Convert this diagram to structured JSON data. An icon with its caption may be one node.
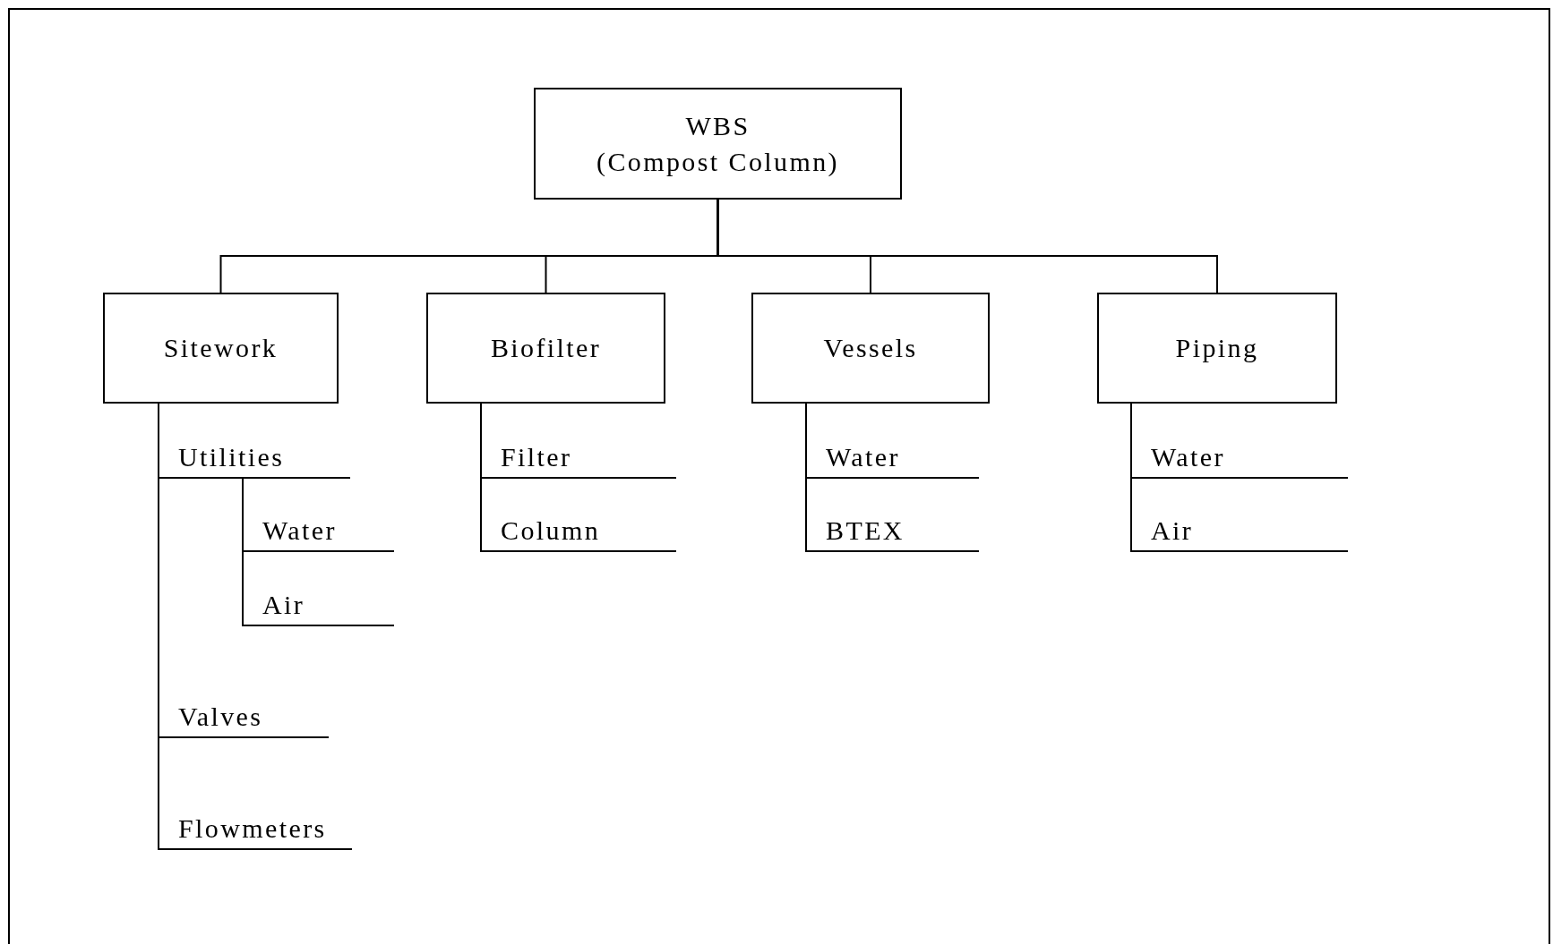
{
  "diagram": {
    "nodes": [
      {
        "text": [
          "WBS",
          "(Compost Column)"
        ]
      },
      {
        "text": [
          "Sitework"
        ]
      },
      {
        "text": [
          "Biofilter"
        ]
      },
      {
        "text": [
          "Vessels"
        ]
      },
      {
        "text": [
          "Piping"
        ]
      },
      {
        "text": [
          "Utilities"
        ]
      },
      {
        "text": [
          "Water"
        ]
      },
      {
        "text": [
          "Air"
        ]
      },
      {
        "text": [
          "Valves"
        ]
      },
      {
        "text": [
          "Flowmeters"
        ]
      },
      {
        "text": [
          "Filter"
        ]
      },
      {
        "text": [
          "Column"
        ]
      },
      {
        "text": [
          "Water"
        ]
      },
      {
        "text": [
          "BTEX"
        ]
      },
      {
        "text": [
          "Water"
        ]
      },
      {
        "text": [
          "Air"
        ]
      }
    ],
    "edges": [
      {
        "from": 0,
        "to": 1,
        "arrow": "none"
      },
      {
        "from": 0,
        "to": 2,
        "arrow": "none"
      },
      {
        "from": 0,
        "to": 3,
        "arrow": "none"
      },
      {
        "from": 0,
        "to": 4,
        "arrow": "none"
      },
      {
        "from": 1,
        "to": 5,
        "arrow": "none"
      },
      {
        "from": 5,
        "to": 6,
        "arrow": "none"
      },
      {
        "from": 5,
        "to": 7,
        "arrow": "none"
      },
      {
        "from": 1,
        "to": 8,
        "arrow": "none"
      },
      {
        "from": 1,
        "to": 9,
        "arrow": "none"
      },
      {
        "from": 2,
        "to": 10,
        "arrow": "none"
      },
      {
        "from": 2,
        "to": 11,
        "arrow": "none"
      },
      {
        "from": 3,
        "to": 12,
        "arrow": "none"
      },
      {
        "from": 3,
        "to": 13,
        "arrow": "none"
      },
      {
        "from": 4,
        "to": 14,
        "arrow": "none"
      },
      {
        "from": 4,
        "to": 15,
        "arrow": "none"
      }
    ]
  }
}
